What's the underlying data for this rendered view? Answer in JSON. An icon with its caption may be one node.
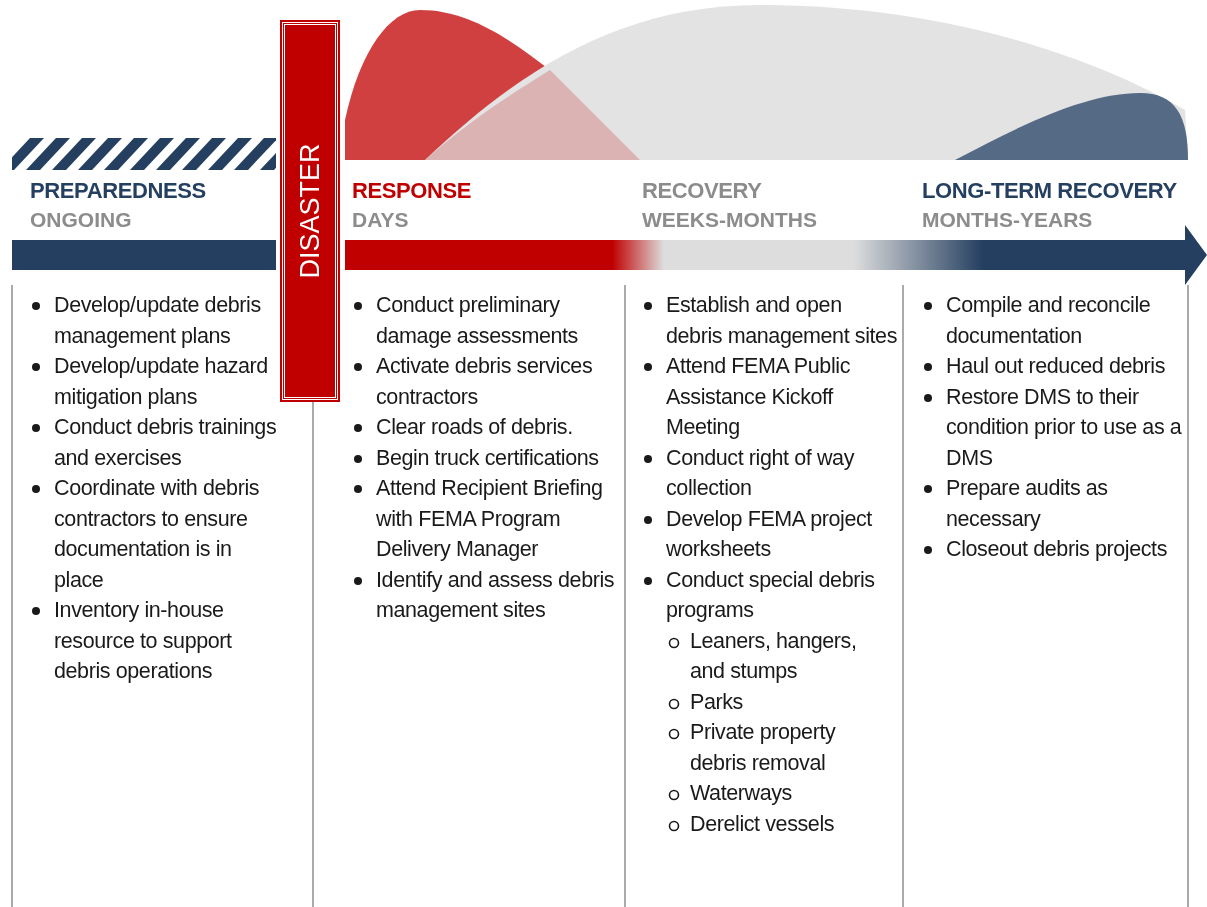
{
  "diagram": {
    "nodes": [
      {
        "text": [
          "DISASTER"
        ]
      },
      {
        "text": [
          "PREPAREDNESS",
          "ONGOING",
          "Develop/update debris management plans",
          "Develop/update hazard mitigation plans",
          "Conduct debris trainings and exercises",
          "Coordinate with debris contractors to ensure documentation is in place",
          "Inventory in-house resource to support debris operations"
        ]
      },
      {
        "text": [
          "RESPONSE",
          "DAYS",
          "Conduct preliminary damage assessments",
          "Activate debris services contractors",
          "Clear roads of debris.",
          "Begin truck certifications",
          "Attend Recipient Briefing with FEMA Program Delivery Manager",
          "Identify and assess debris management sites"
        ]
      },
      {
        "text": [
          "RECOVERY",
          "WEEKS-MONTHS",
          "Establish and open debris management sites",
          "Attend FEMA Public Assistance Kickoff Meeting",
          "Conduct right of way collection",
          "Develop FEMA project worksheets",
          "Conduct special debris programs"
        ]
      },
      {
        "text": [
          "Leaners, hangers, and stumps",
          "Parks",
          "Private property debris removal",
          "Waterways",
          "Derelict vessels"
        ]
      },
      {
        "text": [
          "LONG-TERM RECOVERY",
          "MONTHS-YEARS",
          "Compile and reconcile documentation",
          "Haul out reduced debris",
          "Restore DMS to their condition prior to use as a DMS",
          "Prepare audits as necessary",
          "Closeout debris projects"
        ]
      }
    ],
    "edges": []
  }
}
